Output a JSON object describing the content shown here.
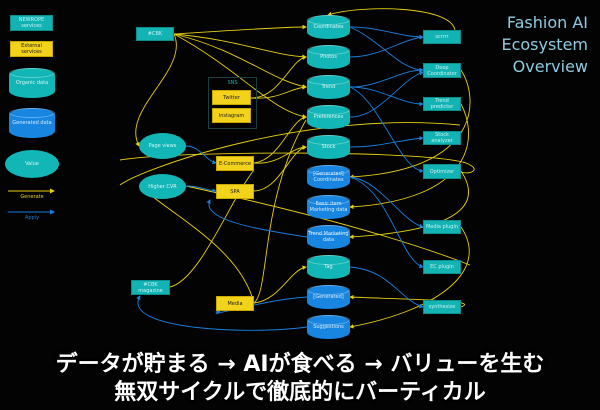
{
  "title": {
    "line1": "Fashion AI",
    "line2": "Ecosystem",
    "line3": "Overview"
  },
  "legend": {
    "newrope_services": "NEWROPE services",
    "external_services": "External services",
    "organic_data": "Organic data",
    "generated_data": "Generated data",
    "value": "Value",
    "generate": "Generate",
    "apply": "Apply"
  },
  "nodes": {
    "cbk": "#CBK",
    "sns": "SNS",
    "twitter": "Twitter",
    "instagram": "Instagram",
    "page_views": "Page views",
    "higher_cvr": "Higher CVR",
    "ecommerce": "E-Commerce",
    "spa": "SPA",
    "cbk_magazine": "#CBK magazine",
    "media": "Media",
    "coordinates": "Coordinates",
    "photos": "Photos",
    "trend": "Trend",
    "preferences": "Preferences",
    "stock": "Stock",
    "gen_coordinates": "[Generated] Coordinates",
    "basic_item_marketing": "Basic item Marketing data",
    "trend_marketing": "Trend Marketing data",
    "tag": "Tag",
    "generated": "[Generated]",
    "suggestions": "Suggestions",
    "scrim": "scrrrr",
    "deep_coordinator": "Deep Coordinator",
    "trend_predictor": "Trend predictor",
    "stock_analyzer": "Stock analyzer",
    "optimizer": "Optimizer",
    "media_plugin": "Media plugin",
    "ec_plugin": "EC plugin",
    "synthesize": "synthesize"
  },
  "subtitle": {
    "line1": "データが貯まる → AIが食べる → バリューを生む",
    "line2": "無双サイクルで徹底的にバーティカル"
  },
  "colors": {
    "generate": "#e8cf10",
    "apply": "#1a7fe0",
    "teal": "#13b3b3",
    "yellow": "#f2d21a",
    "blue": "#1886e0",
    "title": "#8fcbe0"
  }
}
